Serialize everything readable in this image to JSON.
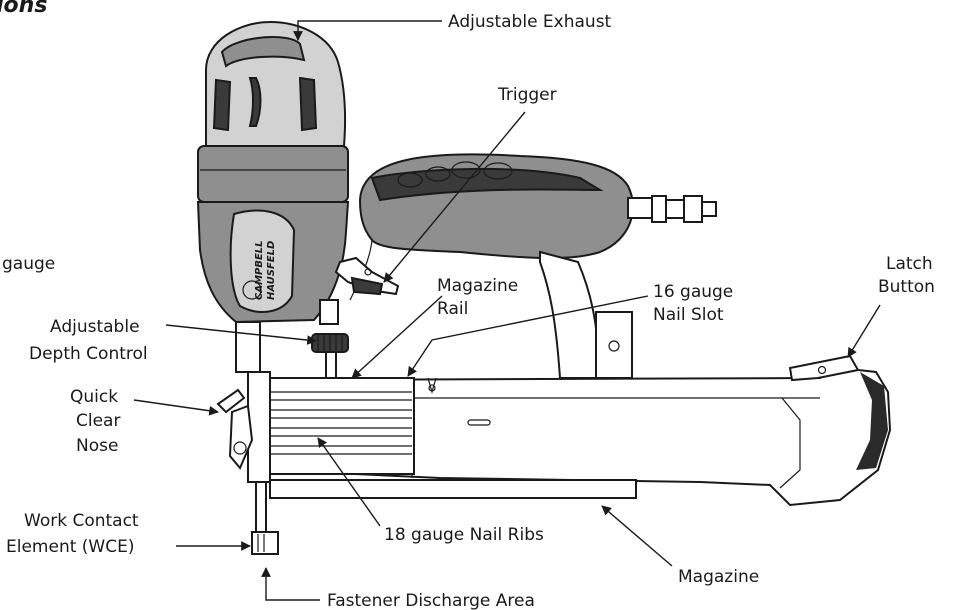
{
  "header_fragment": "ions",
  "side_fragment": "gauge",
  "brand_text": [
    "CAMPBELL",
    "HAUSFELD"
  ],
  "callouts": {
    "adjustable_exhaust": [
      "Adjustable Exhaust"
    ],
    "trigger": [
      "Trigger"
    ],
    "latch_button": [
      "Latch",
      "Button"
    ],
    "magazine_rail": [
      "Magazine",
      "Rail"
    ],
    "nail_slot_16": [
      "16 gauge",
      "Nail Slot"
    ],
    "adjustable_depth_control": [
      "Adjustable",
      "Depth Control"
    ],
    "quick_clear_nose": [
      "Quick",
      "Clear",
      "Nose"
    ],
    "work_contact_element": [
      "Work Contact",
      "Element (WCE)"
    ],
    "nail_ribs_18": [
      "18 gauge Nail Ribs"
    ],
    "magazine": [
      "Magazine"
    ],
    "fastener_discharge_area": [
      "Fastener Discharge Area"
    ]
  },
  "colors": {
    "ink": "#1a1a1a",
    "body_gray": "#8f8f8f",
    "light_gray": "#c8c8c8",
    "paper": "#ffffff"
  }
}
